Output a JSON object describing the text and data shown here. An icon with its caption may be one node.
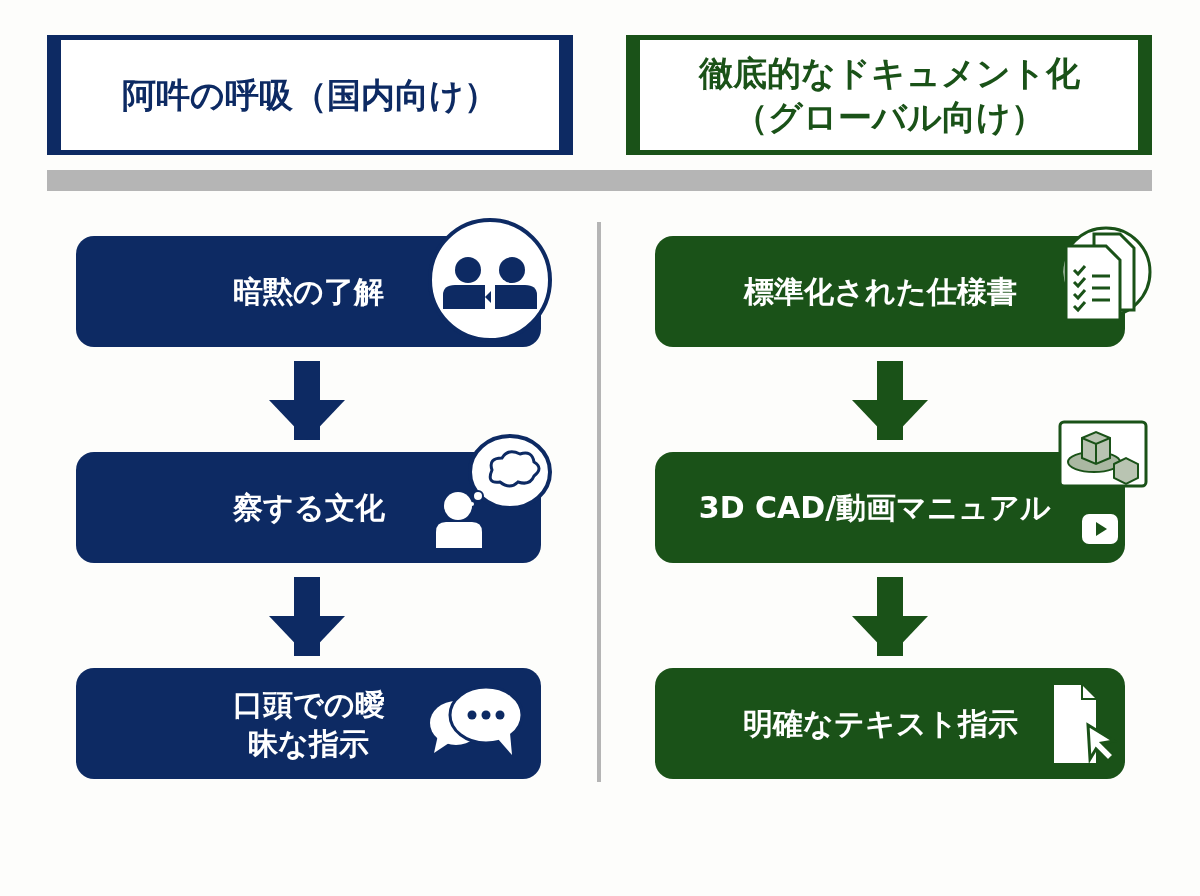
{
  "diagram": {
    "nodes": [
      {
        "text": [
          "阿吽の呼吸（国内向け）"
        ]
      },
      {
        "text": [
          "徹底的なドキュメント化（グローバル向け）"
        ]
      },
      {
        "text": [
          "暗黙の了解"
        ]
      },
      {
        "text": [
          "察する文化"
        ]
      },
      {
        "text": [
          "口頭での曖昧な指示"
        ]
      },
      {
        "text": [
          "標準化された仕様書"
        ]
      },
      {
        "text": [
          "3D CAD/動画マニュアル"
        ]
      },
      {
        "text": [
          "明確なテキスト指示"
        ]
      }
    ],
    "edges": [
      {
        "from": 2,
        "to": 3,
        "arrow": "to"
      },
      {
        "from": 3,
        "to": 4,
        "arrow": "to"
      },
      {
        "from": 5,
        "to": 6,
        "arrow": "to"
      },
      {
        "from": 6,
        "to": 7,
        "arrow": "to"
      }
    ]
  }
}
